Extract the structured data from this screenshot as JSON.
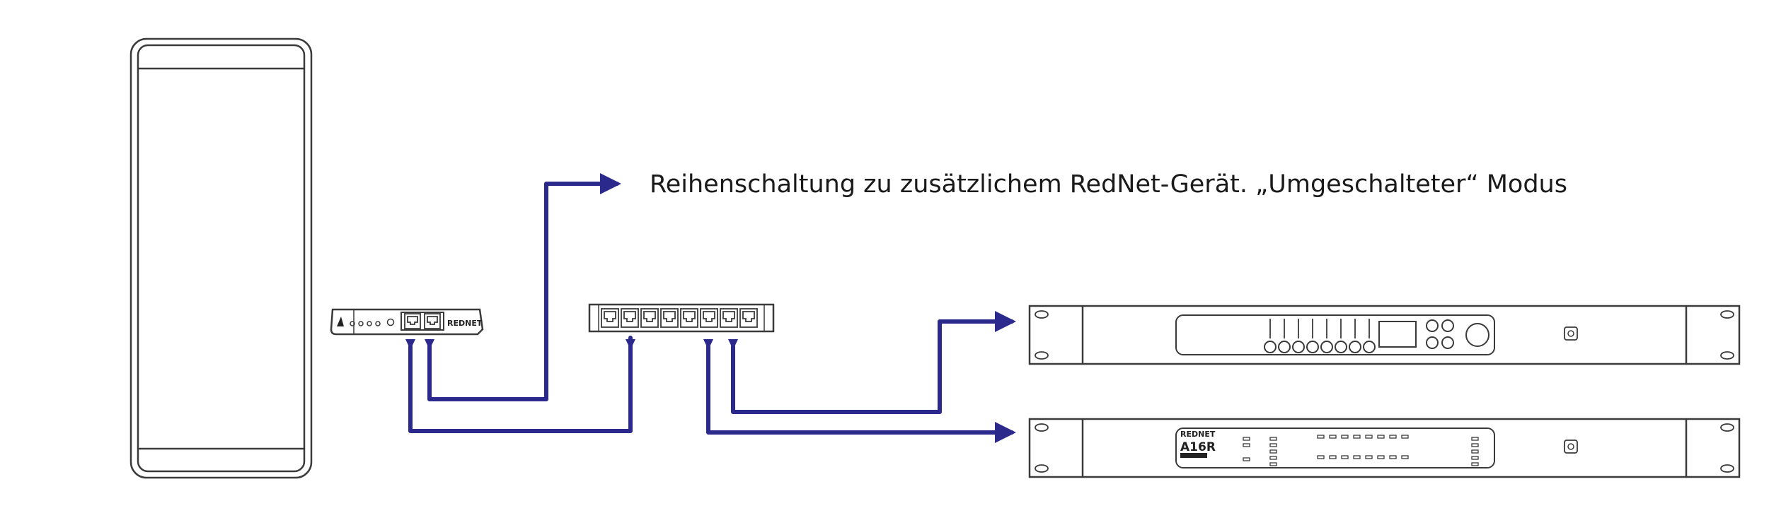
{
  "annotation": {
    "text": "Reihenschaltung zu zusätzlichem RedNet-Gerät. „Umgeschalteter“ Modus"
  },
  "devices": {
    "pcie_card": {
      "brand": "REDNET"
    },
    "rack_unit_2": {
      "brand": "REDNET",
      "model": "A16R"
    }
  },
  "colors": {
    "cable": "#2b2a8c",
    "outline": "#3a3a3a"
  }
}
